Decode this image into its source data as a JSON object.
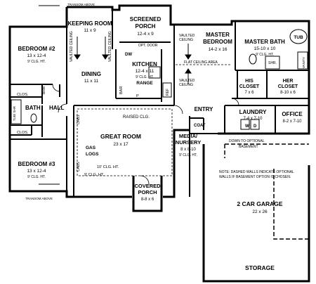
{
  "rooms": {
    "keeping": {
      "name": "KEEPING ROOM",
      "size": "11 x 9"
    },
    "screened": {
      "name": "SCREENED",
      "name2": "PORCH",
      "size": "12-4 x 9"
    },
    "master_bed": {
      "name": "MASTER",
      "name2": "BEDROOM",
      "size": "14-2 x 16"
    },
    "master_bath": {
      "name": "MASTER BATH",
      "size": "15-10 x 10",
      "ht": "9' CLG. HT."
    },
    "bed2": {
      "name": "BEDROOM #2",
      "size": "13 x 12-4",
      "ht": "9' CLG. HT."
    },
    "kitchen": {
      "name": "KITCHEN",
      "size": "12-4 x 11",
      "ht": "9' CLG. HT."
    },
    "dining": {
      "name": "DINING",
      "size": "11 x 11"
    },
    "his_closet": {
      "name": "HIS",
      "name2": "CLOSET",
      "size": "7 x 6"
    },
    "her_closet": {
      "name": "HER",
      "name2": "CLOSET",
      "size": "8-10 x 6"
    },
    "laundry": {
      "name": "LAUNDRY",
      "size": "7-4 x 7-10"
    },
    "office": {
      "name": "OFFICE",
      "size": "8-2 x 7-10"
    },
    "great": {
      "name": "GREAT ROOM",
      "size": "23 x 17"
    },
    "media": {
      "name": "MEDIA/",
      "name2": "NURSERY",
      "size": "8 x 8-10",
      "ht": "9' CLG. HT."
    },
    "bed3": {
      "name": "BEDROOM #3",
      "size": "13 x 12-4",
      "ht": "9' CLG. HT."
    },
    "covered": {
      "name": "COVERED",
      "name2": "PORCH",
      "size": "8-8 x 6"
    },
    "garage": {
      "name": "2 CAR GARAGE",
      "size": "22 x 26"
    }
  },
  "labels": {
    "transom_top": "TRANSOM ABOVE",
    "transom_bottom": "TRANSOM ABOVE",
    "opt_door": "OPT. DOOR",
    "vaulted_ceiling": "VAULTED CEILING",
    "vaulted": "VAULTED",
    "ceiling": "CEILING",
    "flat_ceiling_area": "FLAT CEILING AREA",
    "dw": "DW",
    "range": "RANGE",
    "bar": "BAR",
    "p": "P",
    "ref": "REF",
    "clos": "CLOS.",
    "brm": "BRM",
    "bath": "BATH",
    "tub_shr": "TUB/ SHR",
    "hall": "HALL",
    "cabs": "CABS",
    "raised_clg": "RAISED CLG.",
    "gas_logs": "GAS",
    "gas_logs2": "LOGS",
    "clg_10": "10' CLG. HT.",
    "clg_9": "9' CLG. HT.",
    "entry": "ENTRY",
    "coat": "COAT",
    "shr": "SHR.",
    "tub": "TUB",
    "vanity": "VANITY",
    "w": "W",
    "d": "D",
    "down_basement": "DOWN TO OPTIONAL",
    "basement": "BASEMENT",
    "note1": "NOTE: DASHED WALLS INDICATE OPTIONAL",
    "note2": "WALLS IF BASEMENT OPTION IS CHOSEN.",
    "storage": "STORAGE"
  }
}
